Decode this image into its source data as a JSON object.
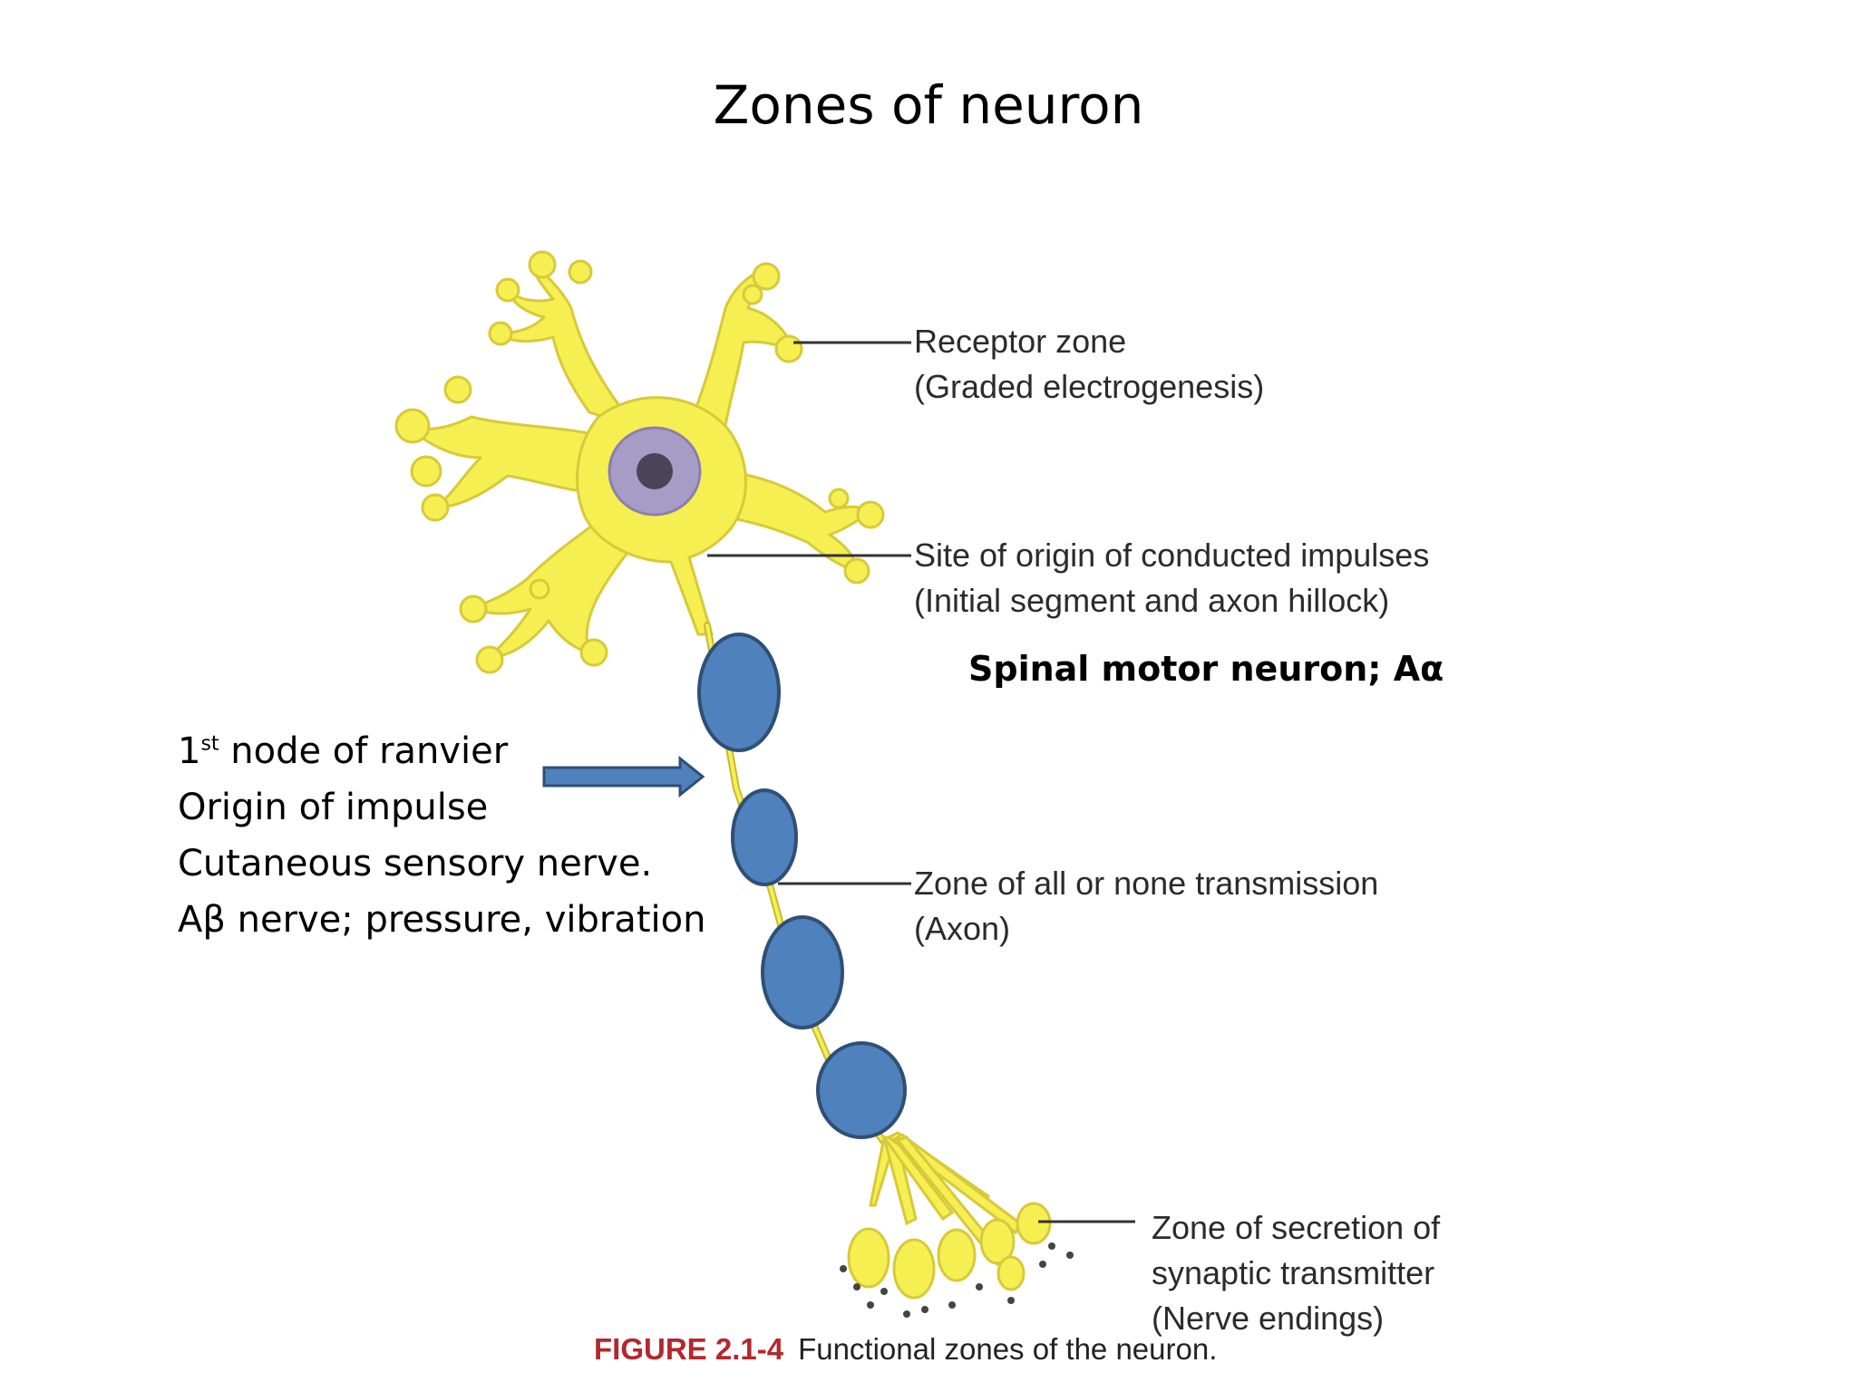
{
  "title": "Zones of neuron",
  "zones": {
    "receptor": {
      "line1": "Receptor zone",
      "line2": "(Graded electrogenesis)"
    },
    "origin": {
      "line1": "Site of origin of conducted impulses",
      "line2": "(Initial segment and axon hillock)"
    },
    "transmission": {
      "line1": "Zone of all or none transmission",
      "line2": "(Axon)"
    },
    "secretion": {
      "line1": "Zone of secretion of",
      "line2": "synaptic transmitter",
      "line3": "(Nerve endings)"
    }
  },
  "spinal_label": "Spinal motor neuron; Aα",
  "node_note": {
    "line1_num": "1",
    "line1_sup": "st",
    "line1_rest": " node of ranvier",
    "line2": "Origin of impulse",
    "line3": "Cutaneous sensory nerve.",
    "line4": "Aβ nerve; pressure, vibration"
  },
  "caption": {
    "figure_no": "FIGURE 2.1-4",
    "text": "Functional zones of the neuron."
  },
  "colors": {
    "neuron_fill": "#f6ef52",
    "neuron_stroke": "#d8c93a",
    "nucleus": "#a79cc6",
    "myelin": "#4f81bd",
    "myelin_stroke": "#2f4f74",
    "leader": "#333333"
  }
}
